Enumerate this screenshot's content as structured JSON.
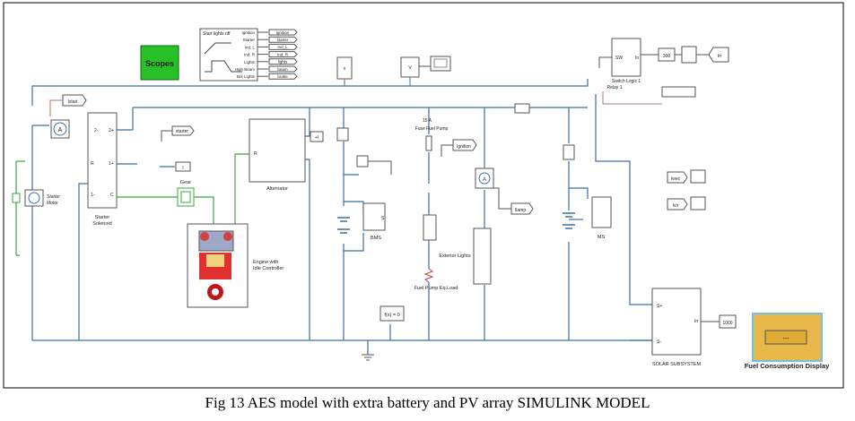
{
  "caption": "Fig 13 AES model with extra battery and PV array SIMULINK MODEL",
  "blocks": {
    "scopes": "Scopes",
    "signal_builder_label": "Start lights off",
    "starter_solenoid": [
      "Starter",
      "Solenoid"
    ],
    "starter_motor": [
      "Starter",
      "Motor"
    ],
    "gear": "Gear",
    "alternator": "Alternator",
    "engine": [
      "Engine with",
      "Idle Controller"
    ],
    "bms": "BMS",
    "ms": "MS",
    "fuse": [
      "15 A",
      "Fuse Fuel Pump"
    ],
    "fuel_pump_load": "Fuel Pump Eq.Load",
    "exterior_lights": "Exterior Lights",
    "switch_logic": "Switch Logic 1",
    "relay": "Relay 1",
    "solver": "f(x) = 0",
    "solar": "SOLAR SUBSYSTEM",
    "fuel_display_title": "Fuel Consumption Display",
    "fuel_display_value": "---",
    "const_300": "300",
    "const_1000": "1000"
  },
  "signals": [
    {
      "label": "Ignition",
      "tag": "ignition"
    },
    {
      "label": "Starter",
      "tag": "starter"
    },
    {
      "label": "Ind. L",
      "tag": "Ind_L"
    },
    {
      "label": "Ind. R",
      "tag": "Ind_R"
    },
    {
      "label": "Lights",
      "tag": "lights"
    },
    {
      "label": "High Beam",
      "tag": "beam"
    },
    {
      "label": "Brk Lights",
      "tag": "brake"
    }
  ],
  "tags": {
    "istart": "Istart",
    "starter": "starter",
    "ignition": "Ignition",
    "ilamp": "Ilamp",
    "iwec": "Iwec",
    "ivir": "Ivir",
    "irr": "Irr"
  },
  "colors": {
    "wire": "#3b6ea8",
    "mech": "#3aa83a",
    "scopes_fill": "#27c127",
    "display_fill": "#e8b84a",
    "display_border": "#6fc3e8",
    "relay_wire": "#b07a7a"
  }
}
